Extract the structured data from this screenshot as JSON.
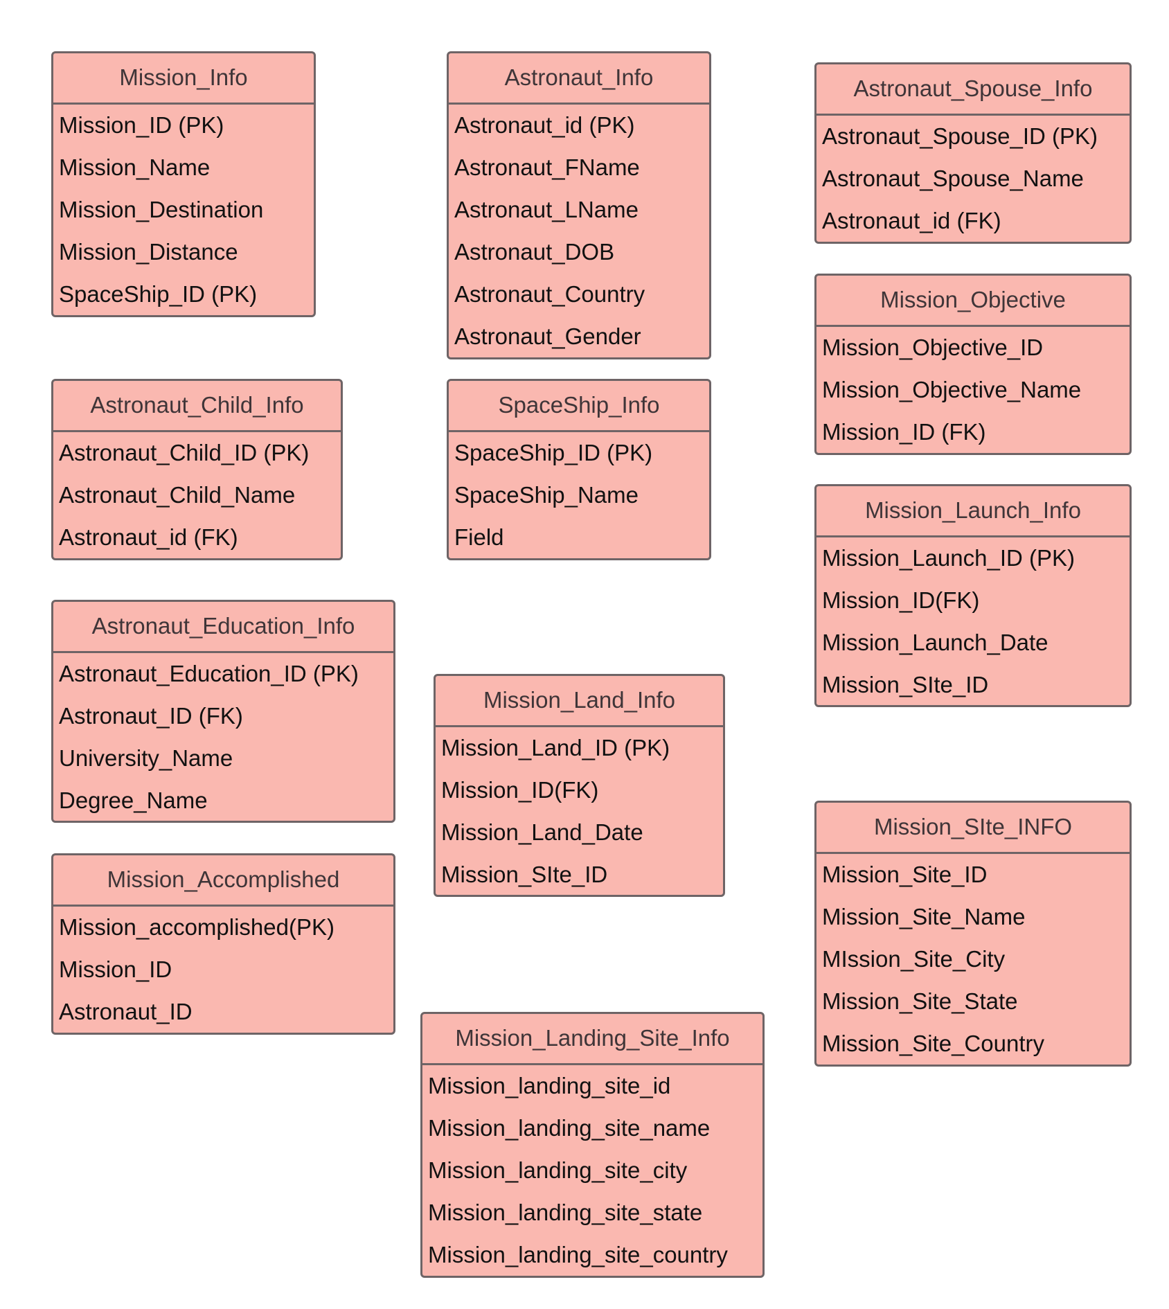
{
  "colors": {
    "entity_fill": "#fab8b0",
    "entity_border": "#6e6466",
    "title_text": "#3f3538",
    "field_text": "#111111",
    "background": "#ffffff"
  },
  "entities": [
    {
      "title": "Mission_Info",
      "fields": [
        "Mission_ID (PK)",
        "Mission_Name",
        "Mission_Destination",
        "Mission_Distance",
        "SpaceShip_ID (PK)"
      ]
    },
    {
      "title": "Astronaut_Info",
      "fields": [
        "Astronaut_id (PK)",
        "Astronaut_FName",
        "Astronaut_LName",
        "Astronaut_DOB",
        "Astronaut_Country",
        "Astronaut_Gender"
      ]
    },
    {
      "title": "Astronaut_Spouse_Info",
      "fields": [
        "Astronaut_Spouse_ID (PK)",
        "Astronaut_Spouse_Name",
        "Astronaut_id (FK)"
      ]
    },
    {
      "title": "Mission_Objective",
      "fields": [
        "Mission_Objective_ID",
        "Mission_Objective_Name",
        "Mission_ID (FK)"
      ]
    },
    {
      "title": "Astronaut_Child_Info",
      "fields": [
        "Astronaut_Child_ID (PK)",
        "Astronaut_Child_Name",
        "Astronaut_id (FK)"
      ]
    },
    {
      "title": "SpaceShip_Info",
      "fields": [
        "SpaceShip_ID (PK)",
        "SpaceShip_Name",
        "Field"
      ]
    },
    {
      "title": "Mission_Launch_Info",
      "fields": [
        "Mission_Launch_ID (PK)",
        "Mission_ID(FK)",
        "Mission_Launch_Date",
        "Mission_SIte_ID"
      ]
    },
    {
      "title": "Astronaut_Education_Info",
      "fields": [
        "Astronaut_Education_ID (PK)",
        "Astronaut_ID (FK)",
        "University_Name",
        "Degree_Name"
      ]
    },
    {
      "title": "Mission_Land_Info",
      "fields": [
        "Mission_Land_ID (PK)",
        "Mission_ID(FK)",
        "Mission_Land_Date",
        "Mission_SIte_ID"
      ]
    },
    {
      "title": "Mission_SIte_INFO",
      "fields": [
        "Mission_Site_ID",
        "Mission_Site_Name",
        "MIssion_Site_City",
        "Mission_Site_State",
        "Mission_Site_Country"
      ]
    },
    {
      "title": "Mission_Accomplished",
      "fields": [
        "Mission_accomplished(PK)",
        "Mission_ID",
        "Astronaut_ID"
      ]
    },
    {
      "title": "Mission_Landing_Site_Info",
      "fields": [
        "Mission_landing_site_id",
        "Mission_landing_site_name",
        "Mission_landing_site_city",
        "Mission_landing_site_state",
        "Mission_landing_site_country"
      ]
    }
  ]
}
